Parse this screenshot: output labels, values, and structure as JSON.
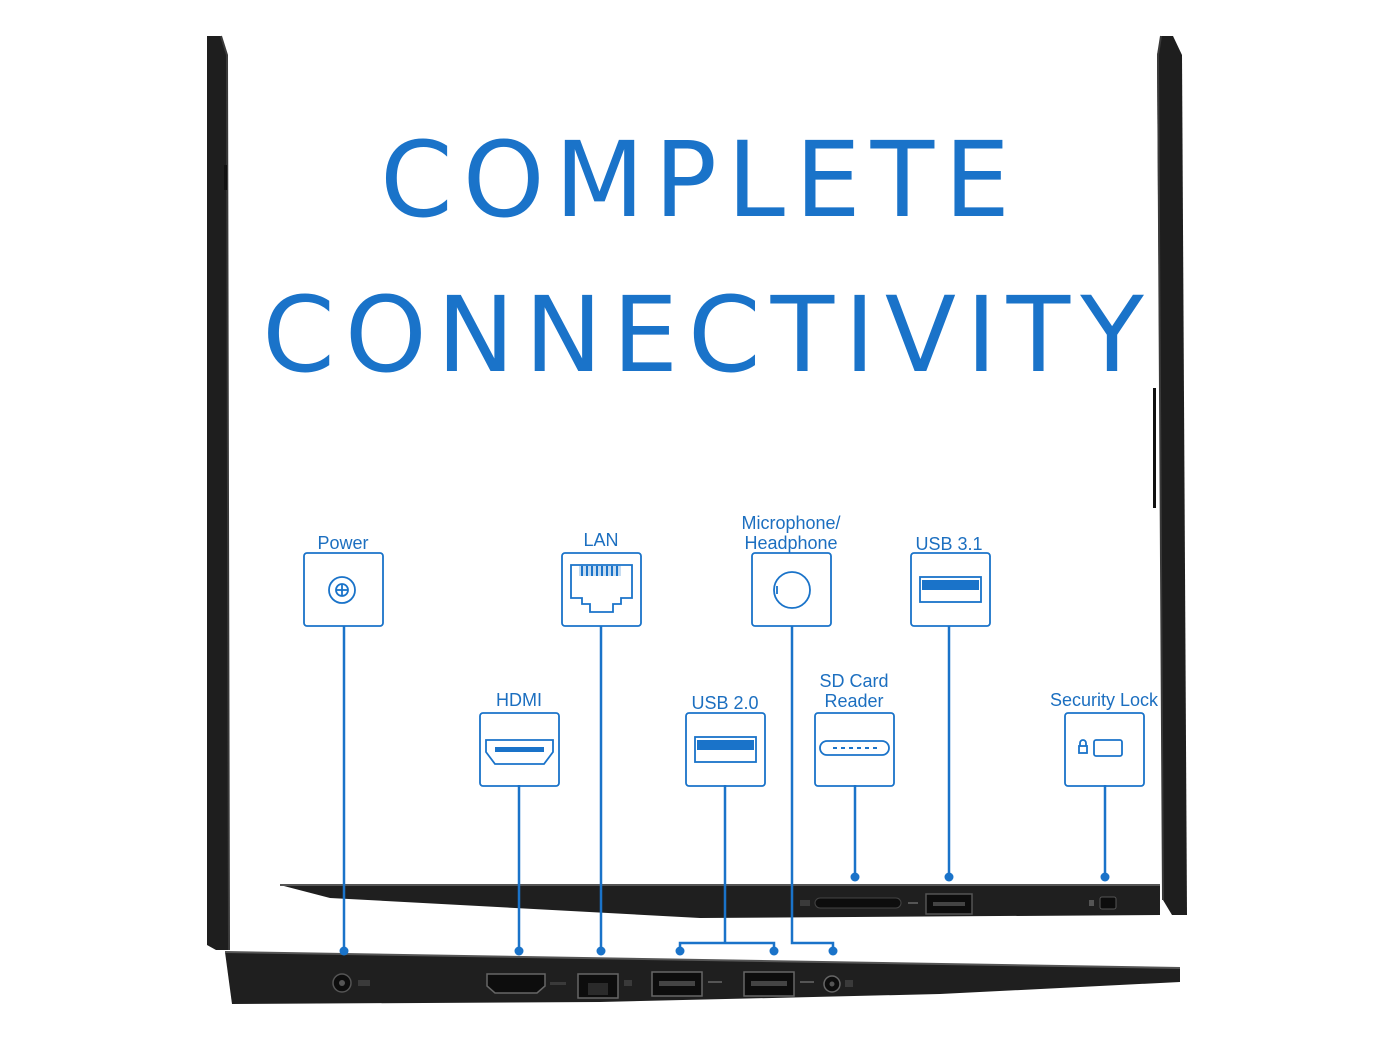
{
  "headline": {
    "line1": "COMPLETE",
    "line2": "CONNECTIVITY"
  },
  "accent_color": "#1a73c9",
  "laptop_color": "#1e1e1e",
  "ports": {
    "power": {
      "label": "Power",
      "icon": "dc-power-icon"
    },
    "hdmi": {
      "label": "HDMI",
      "icon": "hdmi-port-icon"
    },
    "lan": {
      "label": "LAN",
      "icon": "ethernet-port-icon"
    },
    "usb20": {
      "label": "USB 2.0",
      "icon": "usb-port-icon"
    },
    "audio": {
      "label_line1": "Microphone/",
      "label_line2": "Headphone",
      "icon": "audio-jack-icon"
    },
    "sd": {
      "label_line1": "SD Card",
      "label_line2": "Reader",
      "icon": "sd-card-slot-icon"
    },
    "usb31": {
      "label": "USB 3.1",
      "icon": "usb-port-icon"
    },
    "lock": {
      "label": "Security Lock",
      "icon": "security-lock-icon"
    }
  }
}
